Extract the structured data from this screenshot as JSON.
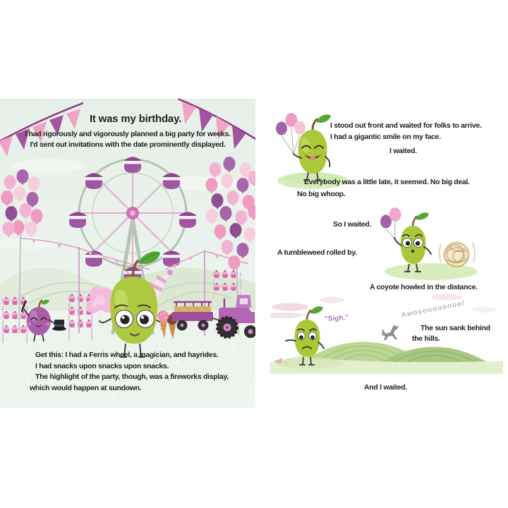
{
  "book": {
    "left_page": {
      "title": "It was my birthday.",
      "intro_line1": "I had rigorously and vigorously planned a big party for weeks.",
      "intro_line2": "I'd sent out invitations with the date prominently displayed.",
      "para_line1": "Get this: I had a Ferris wheel, a magician, and hayrides.",
      "para_line2": "I had snacks upon snacks upon snacks.",
      "para_line3": "The highlight of the party, though, was a fireworks display,",
      "para_line4": "which would happen at sundown."
    },
    "right_page": {
      "block1_line1": "I stood out front and waited for folks to arrive.",
      "block1_line2": "I had a gigantic smile on my face.",
      "block2": "I waited.",
      "block3_line1": "Everybody was a little late, it seemed. No big deal.",
      "block3_line2": "No big whoop.",
      "block4": "So I waited.",
      "block5": "A tumbleweed rolled by.",
      "block6": "A coyote howled in the distance.",
      "block7_line1": "The sun sank behind",
      "block7_line2": "the hills.",
      "block8": "And I waited.",
      "sigh": "\"Sigh.\"",
      "howl": "Awoooooooooo!"
    },
    "palette": {
      "page_bg": "#e9f1ec",
      "text": "#211f1e",
      "pink": "#ee9cc2",
      "light_pink": "#f5c6da",
      "purple": "#a263a8",
      "dark_purple": "#8f4d92",
      "bunting_string": "#8e3585",
      "pear_green": "#abc838",
      "leaf_green": "#56a535",
      "grass_green": "#d8edbc",
      "hill_green": "#bcd795",
      "howl_gray": "#b5b2b6",
      "sigh_purple": "#a878b5"
    }
  }
}
